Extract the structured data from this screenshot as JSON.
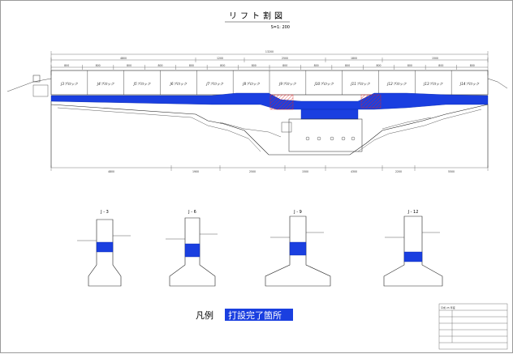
{
  "drawing": {
    "title": "リフト割図",
    "scale": "S=1: 200"
  },
  "overall_width": "13200",
  "dims_upper": [
    "4800",
    "1200",
    "2500",
    "1800",
    "1500"
  ],
  "dims_second": [
    "800",
    "800",
    "800",
    "800",
    "800",
    "800",
    "800",
    "800",
    "800",
    "800",
    "800",
    "800",
    "800",
    "800"
  ],
  "blocks": [
    "J3ブロック",
    "J4ブロック",
    "J5ブロック",
    "J6ブロック",
    "J7ブロック",
    "J8ブロック",
    "J9ブロック",
    "J10ブロック",
    "J11ブロック",
    "J12ブロック",
    "J13ブロック",
    "J14ブロック"
  ],
  "dims_bottom": [
    "4800",
    "1900",
    "2500",
    "1500",
    "4300",
    "2200",
    "5500"
  ],
  "sections": [
    {
      "label": "J - 3"
    },
    {
      "label": "J - 6"
    },
    {
      "label": "J - 9"
    },
    {
      "label": "J - 12"
    }
  ],
  "legend": {
    "label": "凡例",
    "item": "打設完了箇所"
  },
  "colors": {
    "poured": "#1a3fe0",
    "line": "#2a2a2a",
    "hatch": "#d9262a"
  },
  "title_block": {
    "rows": [
      "平成 25 年度",
      "",
      "",
      "",
      "",
      "",
      ""
    ]
  }
}
